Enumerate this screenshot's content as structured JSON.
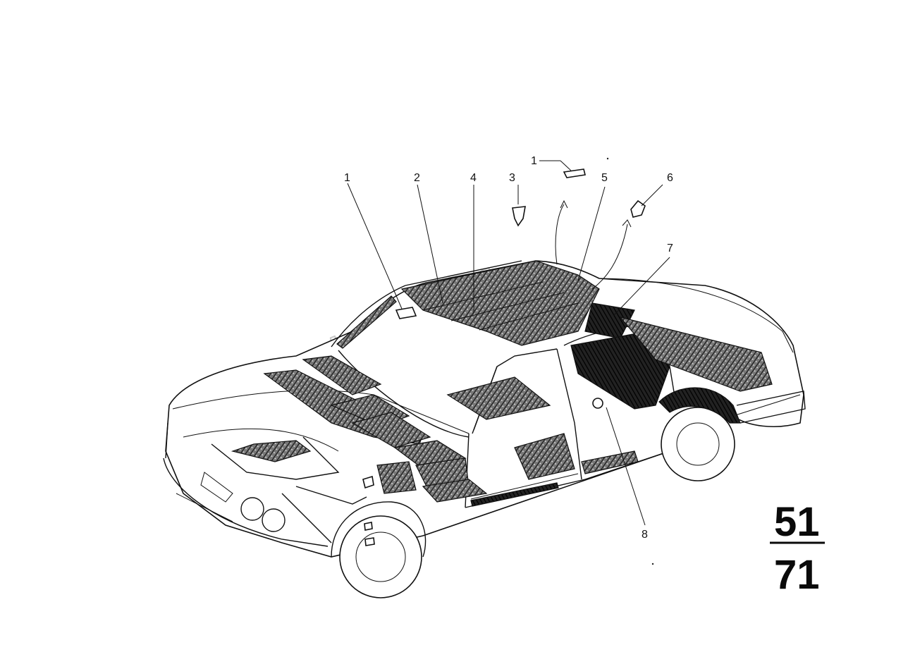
{
  "diagram": {
    "callouts": [
      {
        "id": "c1a",
        "label": "1"
      },
      {
        "id": "c2",
        "label": "2"
      },
      {
        "id": "c4",
        "label": "4"
      },
      {
        "id": "c3",
        "label": "3"
      },
      {
        "id": "c1b",
        "label": "1"
      },
      {
        "id": "c5",
        "label": "5"
      },
      {
        "id": "c6",
        "label": "6"
      },
      {
        "id": "c7",
        "label": "7"
      },
      {
        "id": "c8",
        "label": "8"
      }
    ],
    "group_number": "51",
    "subgroup_number": "71",
    "watermark": "AutoSoft"
  }
}
